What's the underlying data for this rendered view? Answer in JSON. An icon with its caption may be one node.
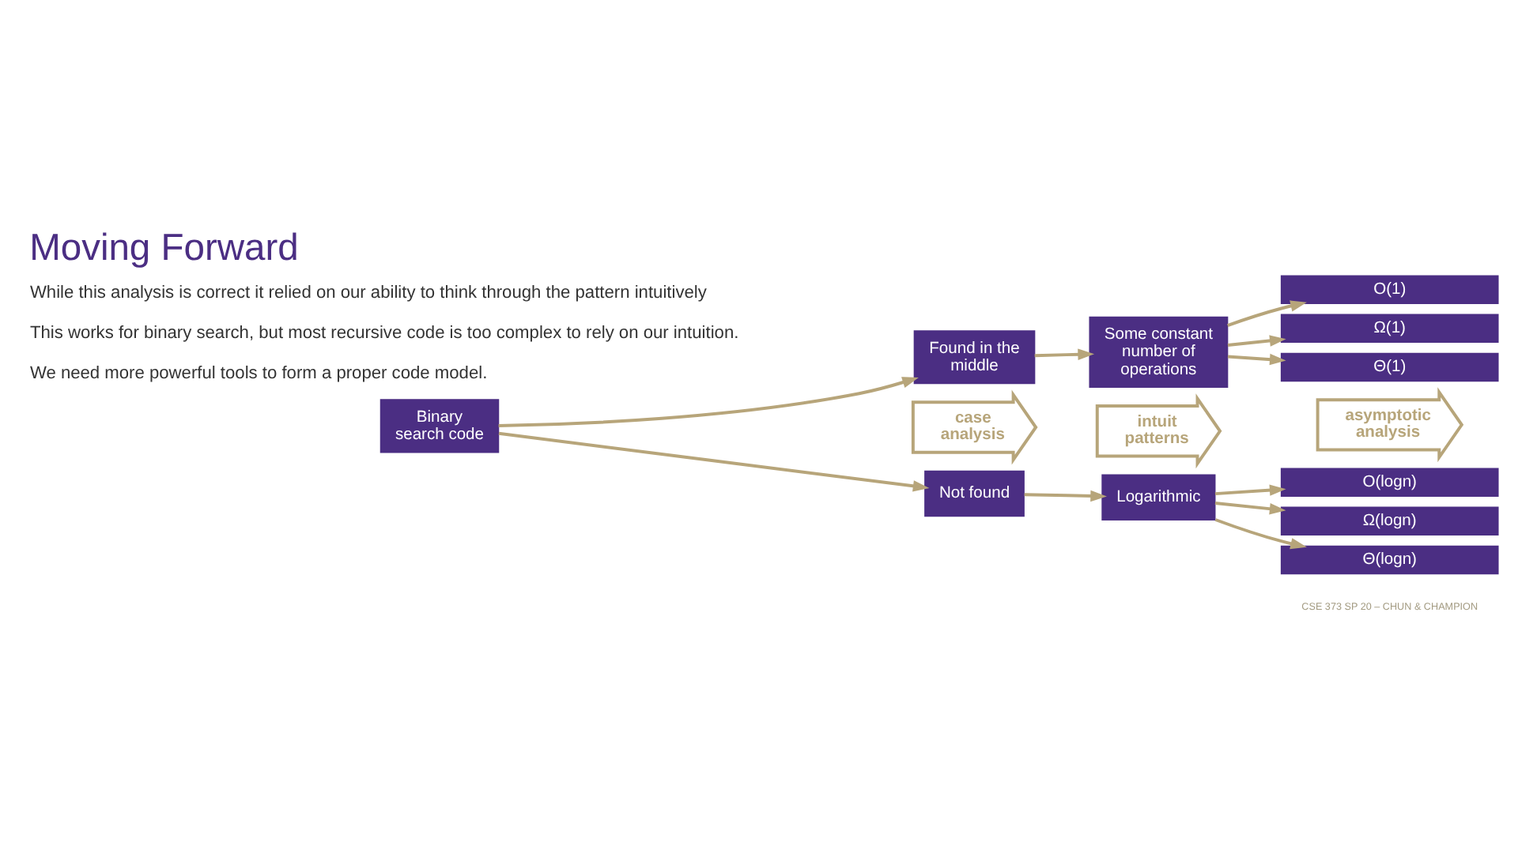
{
  "diagram": {
    "title": "Moving Forward",
    "nodes": [
      {
        "text": [
          "Binary search code"
        ]
      },
      {
        "text": [
          "case analysis"
        ]
      },
      {
        "text": [
          "Found in the middle"
        ]
      },
      {
        "text": [
          "Not found"
        ]
      },
      {
        "text": [
          "intuit patterns"
        ]
      },
      {
        "text": [
          "Some constant number of operations"
        ]
      },
      {
        "text": [
          "Logarithmic"
        ]
      },
      {
        "text": [
          "asymptotic analysis"
        ]
      },
      {
        "text": [
          "O(1)"
        ]
      },
      {
        "text": [
          "Ω(1)"
        ]
      },
      {
        "text": [
          "Θ(1)"
        ]
      },
      {
        "text": [
          "O(logn)"
        ]
      },
      {
        "text": [
          "Ω(logn)"
        ]
      },
      {
        "text": [
          "Θ(logn)"
        ]
      }
    ],
    "edges": [
      {
        "from": 0,
        "to": 2,
        "arrow": "to"
      },
      {
        "from": 0,
        "to": 3,
        "arrow": "to"
      },
      {
        "from": 2,
        "to": 5,
        "arrow": "to"
      },
      {
        "from": 3,
        "to": 6,
        "arrow": "to"
      },
      {
        "from": 5,
        "to": 8,
        "arrow": "to"
      },
      {
        "from": 5,
        "to": 9,
        "arrow": "to"
      },
      {
        "from": 5,
        "to": 10,
        "arrow": "to"
      },
      {
        "from": 6,
        "to": 11,
        "arrow": "to"
      },
      {
        "from": 6,
        "to": 12,
        "arrow": "to"
      },
      {
        "from": 6,
        "to": 13,
        "arrow": "to"
      }
    ],
    "labels": [
      "While this analysis is correct it relied on our ability to think through the pattern intuitively",
      "This works for binary search, but most recursive code is too complex to rely on our intuition.",
      "We need more powerful tools to form a proper code model.",
      "CSE 373 SP 20 – CHUN & CHAMPION"
    ]
  }
}
